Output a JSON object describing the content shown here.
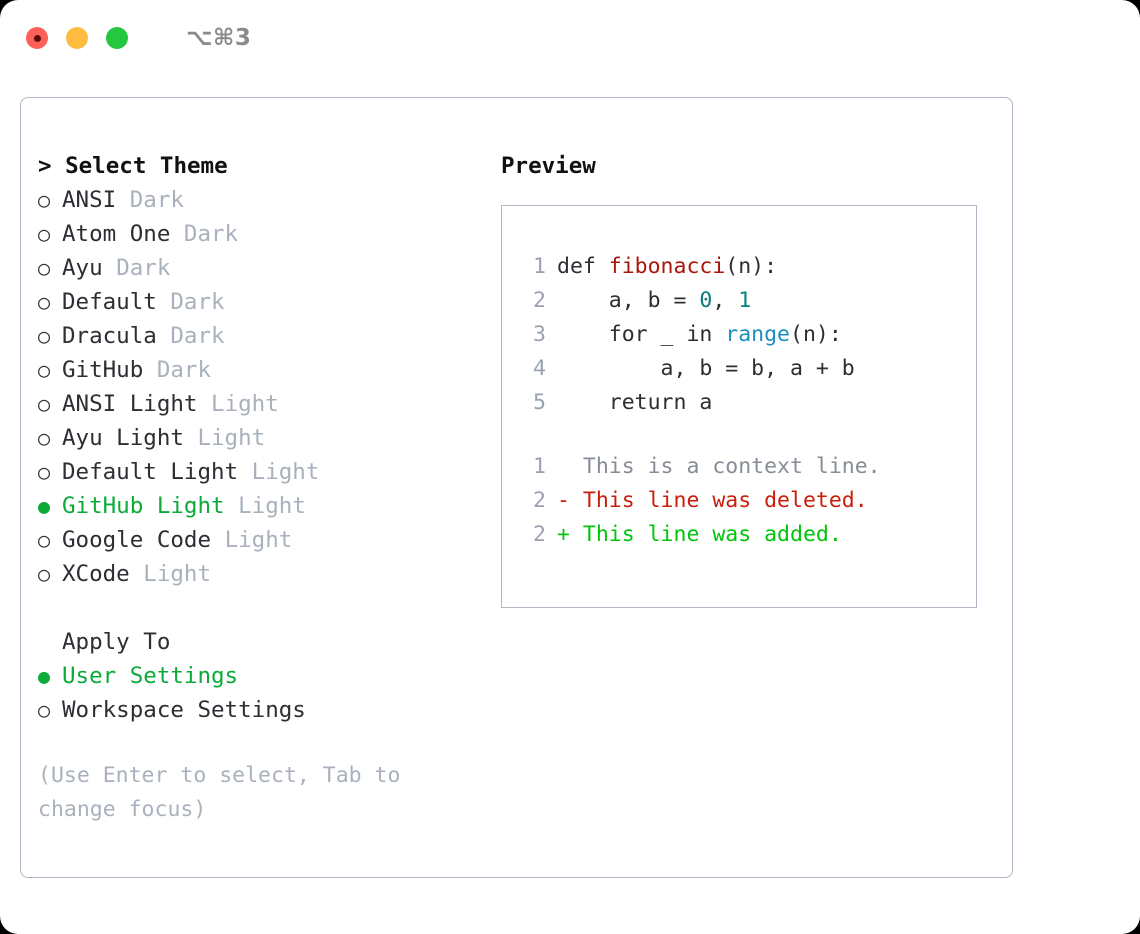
{
  "titlebar": {
    "shortcut": "⌥⌘3",
    "dots": [
      "close-dot",
      "minimize-dot",
      "maximize-dot"
    ]
  },
  "theme_picker": {
    "header_prefix": "> ",
    "header": "Select Theme",
    "selected_bullet": "●",
    "unselected_bullet": "○",
    "items": [
      {
        "bullet": "○",
        "name": "ANSI",
        "category": "Dark",
        "selected": false
      },
      {
        "bullet": "○",
        "name": "Atom One",
        "category": "Dark",
        "selected": false
      },
      {
        "bullet": "○",
        "name": "Ayu",
        "category": "Dark",
        "selected": false
      },
      {
        "bullet": "○",
        "name": "Default",
        "category": "Dark",
        "selected": false
      },
      {
        "bullet": "○",
        "name": "Dracula",
        "category": "Dark",
        "selected": false
      },
      {
        "bullet": "○",
        "name": "GitHub",
        "category": "Dark",
        "selected": false
      },
      {
        "bullet": "○",
        "name": "ANSI Light",
        "category": "Light",
        "selected": false
      },
      {
        "bullet": "○",
        "name": "Ayu Light",
        "category": "Light",
        "selected": false
      },
      {
        "bullet": "○",
        "name": "Default Light",
        "category": "Light",
        "selected": false
      },
      {
        "bullet": "●",
        "name": "GitHub Light",
        "category": "Light",
        "selected": true
      },
      {
        "bullet": "○",
        "name": "Google Code",
        "category": "Light",
        "selected": false
      },
      {
        "bullet": "○",
        "name": "XCode",
        "category": "Light",
        "selected": false
      }
    ]
  },
  "apply_to": {
    "header": "Apply To",
    "items": [
      {
        "bullet": "●",
        "name": "User Settings",
        "selected": true
      },
      {
        "bullet": "○",
        "name": "Workspace Settings",
        "selected": false
      }
    ]
  },
  "hint": "(Use Enter to select, Tab to change focus)",
  "preview": {
    "header": "Preview",
    "code_lines": [
      {
        "n": "1",
        "pre": "def ",
        "fn": "fibonacci",
        "post": "(n):"
      },
      {
        "n": "2",
        "pre": "    a, b = ",
        "num1": "0",
        "mid": ", ",
        "num2": "1"
      },
      {
        "n": "3",
        "pre": "    for _ in ",
        "bi": "range",
        "post": "(n):"
      },
      {
        "n": "4",
        "pre": "        a, b = b, a + b"
      },
      {
        "n": "5",
        "pre": "    return a"
      }
    ],
    "diff_lines": [
      {
        "n": "1",
        "marker": "  ",
        "text": "This is a context line.",
        "kind": "context"
      },
      {
        "n": "2",
        "marker": "- ",
        "text": "This line was deleted.",
        "kind": "deleted"
      },
      {
        "n": "2",
        "marker": "+ ",
        "text": "This line was added.",
        "kind": "added"
      }
    ]
  },
  "colors": {
    "accent_green": "#0caa38",
    "muted_gray": "#a9b1bd",
    "border": "#aeb7c4",
    "code_function": "#a9150b",
    "code_number": "#0b7d7d",
    "code_builtin": "#1b8fbf",
    "diff_deleted": "#c81e0a",
    "diff_added": "#00c50a",
    "diff_context": "#878d96"
  }
}
